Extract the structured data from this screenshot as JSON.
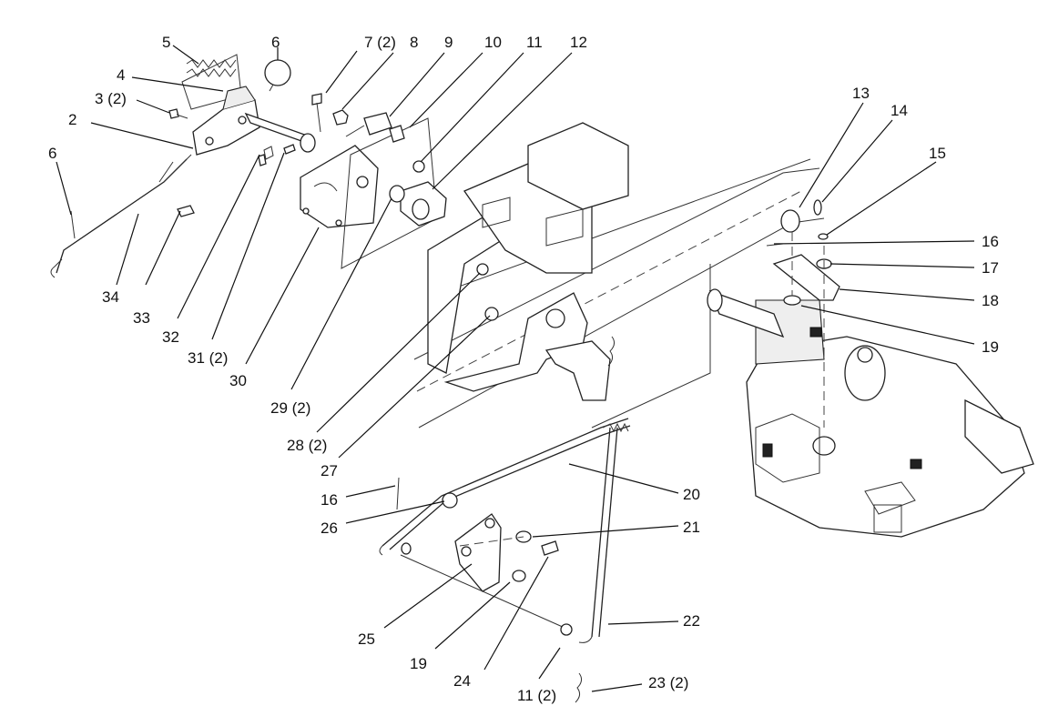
{
  "labels": [
    {
      "id": "5",
      "text": "5"
    },
    {
      "id": "6a",
      "text": "6"
    },
    {
      "id": "7",
      "text": "7 (2)"
    },
    {
      "id": "8",
      "text": "8"
    },
    {
      "id": "9",
      "text": "9"
    },
    {
      "id": "10",
      "text": "10"
    },
    {
      "id": "11a",
      "text": "11"
    },
    {
      "id": "12",
      "text": "12"
    },
    {
      "id": "4",
      "text": "4"
    },
    {
      "id": "3",
      "text": "3 (2)"
    },
    {
      "id": "2",
      "text": "2"
    },
    {
      "id": "6b",
      "text": "6"
    },
    {
      "id": "34",
      "text": "34"
    },
    {
      "id": "33",
      "text": "33"
    },
    {
      "id": "32",
      "text": "32"
    },
    {
      "id": "31",
      "text": "31 (2)"
    },
    {
      "id": "30",
      "text": "30"
    },
    {
      "id": "29",
      "text": "29 (2)"
    },
    {
      "id": "28",
      "text": "28 (2)"
    },
    {
      "id": "27",
      "text": "27"
    },
    {
      "id": "13",
      "text": "13"
    },
    {
      "id": "14",
      "text": "14"
    },
    {
      "id": "15",
      "text": "15"
    },
    {
      "id": "16a",
      "text": "16"
    },
    {
      "id": "17",
      "text": "17"
    },
    {
      "id": "18",
      "text": "18"
    },
    {
      "id": "19a",
      "text": "19"
    },
    {
      "id": "20",
      "text": "20"
    },
    {
      "id": "21",
      "text": "21"
    },
    {
      "id": "16b",
      "text": "16"
    },
    {
      "id": "26",
      "text": "26"
    },
    {
      "id": "22",
      "text": "22"
    },
    {
      "id": "25",
      "text": "25"
    },
    {
      "id": "19b",
      "text": "19"
    },
    {
      "id": "24",
      "text": "24"
    },
    {
      "id": "11b",
      "text": "11 (2)"
    },
    {
      "id": "23",
      "text": "23 (2)"
    }
  ]
}
